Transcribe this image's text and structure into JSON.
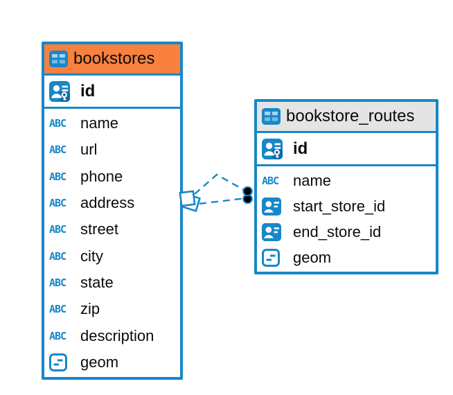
{
  "colors": {
    "accent_blue": "#1787C9",
    "bookstores_header": "#F8813E",
    "routes_header": "#E4E4E4",
    "row_background": "#FFFFFF",
    "text": "#0B0B0B",
    "dot_fill": "#000000",
    "icon_cell_light": "#A6D4F0"
  },
  "icons": {
    "text_type_label": "ABC",
    "header_icon": "table-grid-icon",
    "primary_key_icon": "primary-key-user-icon",
    "foreign_key_icon": "foreign-key-user-icon",
    "geometry_icon": "geometry-type-icon"
  },
  "tables": [
    {
      "title": "bookstores",
      "header_color": "#F8813E",
      "primary_key": {
        "name": "id",
        "icon": "primary-key-user-icon"
      },
      "columns": [
        {
          "name": "name",
          "icon": "text-type-icon"
        },
        {
          "name": "url",
          "icon": "text-type-icon"
        },
        {
          "name": "phone",
          "icon": "text-type-icon"
        },
        {
          "name": "address",
          "icon": "text-type-icon"
        },
        {
          "name": "street",
          "icon": "text-type-icon"
        },
        {
          "name": "city",
          "icon": "text-type-icon"
        },
        {
          "name": "state",
          "icon": "text-type-icon"
        },
        {
          "name": "zip",
          "icon": "text-type-icon"
        },
        {
          "name": "description",
          "icon": "text-type-icon"
        },
        {
          "name": "geom",
          "icon": "geometry-type-icon"
        }
      ]
    },
    {
      "title": "bookstore_routes",
      "header_color": "#E4E4E4",
      "primary_key": {
        "name": "id",
        "icon": "primary-key-user-icon"
      },
      "columns": [
        {
          "name": "name",
          "icon": "text-type-icon"
        },
        {
          "name": "start_store_id",
          "icon": "foreign-key-user-icon"
        },
        {
          "name": "end_store_id",
          "icon": "foreign-key-user-icon"
        },
        {
          "name": "geom",
          "icon": "geometry-type-icon"
        }
      ]
    }
  ],
  "relationship": {
    "line_style": "dashed",
    "line_count": 2,
    "from_table": "bookstores",
    "to_table": "bookstore_routes",
    "from_marker": "overlapping-squares",
    "to_marker": "stacked-filled-dots"
  }
}
